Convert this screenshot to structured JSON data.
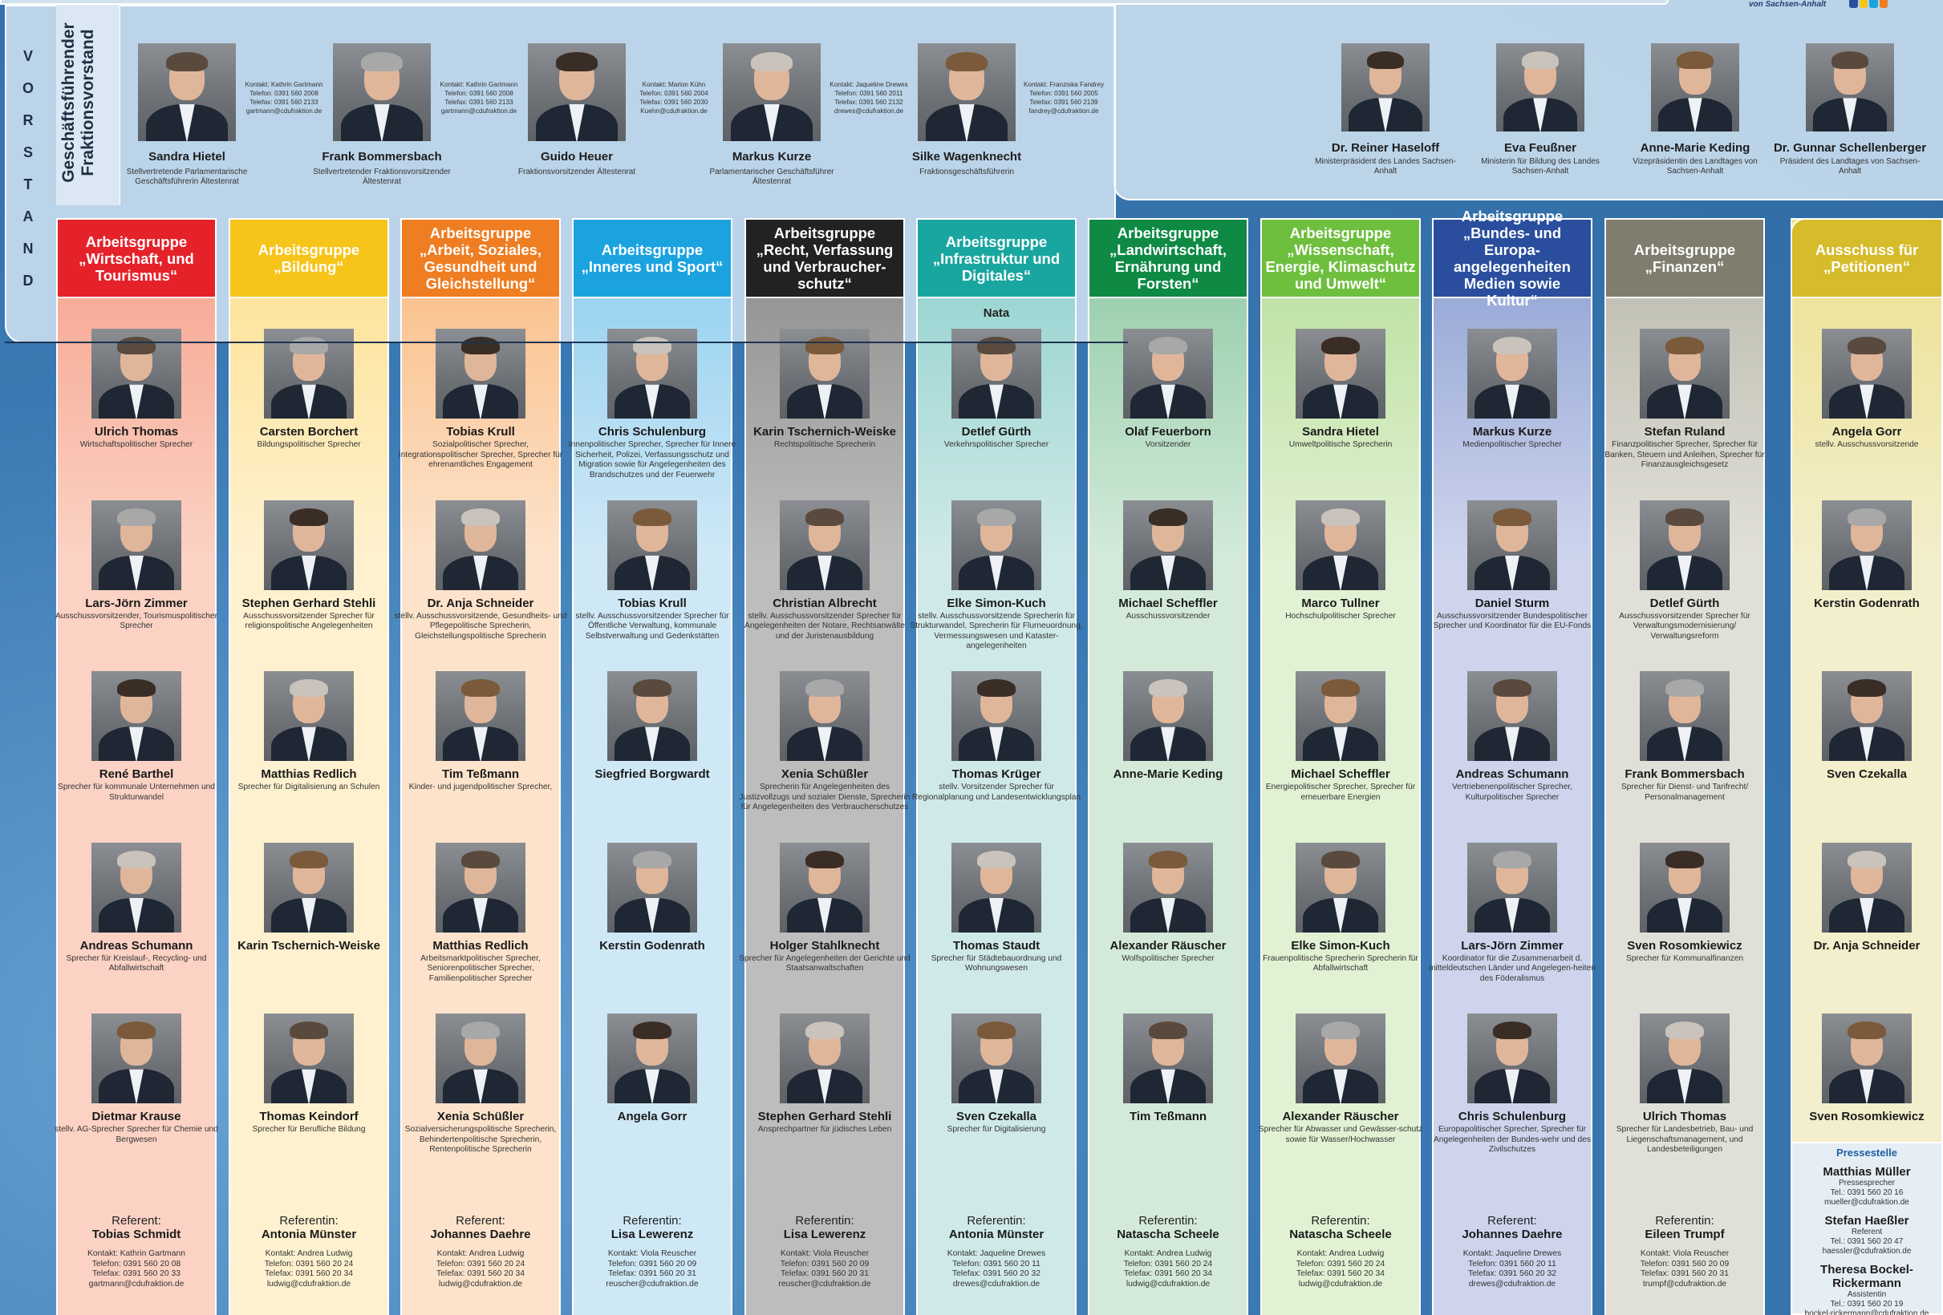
{
  "vorstand": {
    "letters": [
      "V",
      "O",
      "R",
      "S",
      "T",
      "A",
      "N",
      "D"
    ],
    "title": "Geschäftsführender Fraktionsvorstand",
    "members": [
      {
        "name": "Sandra Hietel",
        "role": "Stellvertretende Parlamentarische Geschäftsführerin Ältestenrat",
        "contact": [
          "Kontakt: Kathrin Gartmann",
          "Telefon: 0391 560 2008",
          "Telefax: 0391 560 2133",
          "gartmann@cdufraktion.de"
        ]
      },
      {
        "name": "Frank Bommersbach",
        "role": "Stellvertretender Fraktionsvorsitzender Ältestenrat",
        "contact": [
          "Kontakt: Kathrin Gartmann",
          "Telefon: 0391 560 2008",
          "Telefax: 0391 560 2133",
          "gartmann@cdufraktion.de"
        ]
      },
      {
        "name": "Guido Heuer",
        "role": "Fraktionsvorsitzender Ältestenrat",
        "contact": [
          "Kontakt: Marion Kühn",
          "Telefon: 0391 560 2004",
          "Telefax: 0391 560 2030",
          "Kuehn@cdufraktion.de"
        ]
      },
      {
        "name": "Markus Kurze",
        "role": "Parlamentarischer Geschäftsführer Ältestenrat",
        "contact": [
          "Kontakt: Jaqueline Drewes",
          "Telefon: 0391 560 2011",
          "Telefax: 0391 560 2132",
          "drewes@cdufraktion.de"
        ]
      },
      {
        "name": "Silke Wagenknecht",
        "role": "Fraktionsgeschäftsführerin",
        "contact": [
          "Kontakt: Franziska Fandrey",
          "Telefon: 0391 560 2005",
          "Telefax: 0391 560 2139",
          "fandrey@cdufraktion.de"
        ]
      }
    ],
    "extra": [
      {
        "name": "Dr. Reiner Haseloff",
        "role": "Ministerpräsident des Landes Sachsen-Anhalt"
      },
      {
        "name": "Eva Feußner",
        "role": "Ministerin für Bildung des Landes Sachsen-Anhalt"
      },
      {
        "name": "Anne-Marie Keding",
        "role": "Vizepräsidentin des Landtages von Sachsen-Anhalt"
      },
      {
        "name": "Dr. Gunnar Schellenberger",
        "role": "Präsident des Landtages von Sachsen-Anhalt"
      }
    ],
    "logo_text": "von Sachsen-Anhalt"
  },
  "columns": [
    {
      "title": "Arbeitsgruppe „Wirtschaft, und Tourismus“",
      "color": "#e5222a",
      "bg_top": "#f6a08a",
      "bg": "#fbd2c4",
      "members": [
        {
          "name": "Ulrich Thomas",
          "role": "Wirtschaftspolitischer Sprecher"
        },
        {
          "name": "Lars-Jörn Zimmer",
          "role": "Ausschussvorsitzender, Tourismuspolitischer Sprecher"
        },
        {
          "name": "René Barthel",
          "role": "Sprecher für kommunale Unternehmen und Strukturwandel"
        },
        {
          "name": "Andreas Schumann",
          "role": "Sprecher für Kreislauf-, Recycling- und Abfallwirtschaft"
        },
        {
          "name": "Dietmar Krause",
          "role": "stellv. AG-Sprecher Sprecher für Chemie und Bergwesen"
        }
      ],
      "ref": {
        "label": "Referent:",
        "name": "Tobias Schmidt",
        "contact": [
          "Kontakt: Kathrin Gartmann",
          "Telefon: 0391 560 20 08",
          "Telefax: 0391 560 20 33",
          "gartmann@cdufraktion.de"
        ]
      }
    },
    {
      "title": "Arbeitsgruppe „Bildung“",
      "color": "#f7c41a",
      "bg_top": "#fde08e",
      "bg": "#fef1cf",
      "members": [
        {
          "name": "Carsten Borchert",
          "role": "Bildungspolitischer Sprecher"
        },
        {
          "name": "Stephen Gerhard Stehli",
          "role": "Ausschussvorsitzender Sprecher für religionspolitische Angelegenheiten"
        },
        {
          "name": "Matthias Redlich",
          "role": "Sprecher für Digitalisierung an Schulen"
        },
        {
          "name": "Karin Tschernich-Weiske",
          "role": ""
        },
        {
          "name": "Thomas Keindorf",
          "role": "Sprecher für Berufliche Bildung"
        }
      ],
      "ref": {
        "label": "Referentin:",
        "name": "Antonia Münster",
        "contact": [
          "Kontakt: Andrea Ludwig",
          "Telefon: 0391 560 20 24",
          "Telefax: 0391 560 20 34",
          "ludwig@cdufraktion.de"
        ]
      }
    },
    {
      "title": "Arbeitsgruppe „Arbeit, Soziales, Gesundheit und Gleichstellung“",
      "color": "#ef7d22",
      "bg_top": "#f9b97f",
      "bg": "#fde3cb",
      "members": [
        {
          "name": "Tobias Krull",
          "role": "Sozialpolitischer Sprecher, Integrationspolitischer Sprecher, Sprecher für ehrenamtliches Engagement"
        },
        {
          "name": "Dr. Anja Schneider",
          "role": "stellv. Ausschussvorsitzende, Gesundheits- und Pflegepolitische Sprecherin, Gleichstellungspolitische Sprecherin"
        },
        {
          "name": "Tim Teßmann",
          "role": "Kinder- und jugendpolitischer Sprecher,"
        },
        {
          "name": "Matthias Redlich",
          "role": "Arbeitsmarktpolitischer Sprecher, Seniorenpolitischer Sprecher, Familienpolitischer Sprecher"
        },
        {
          "name": "Xenia Schüßler",
          "role": "Sozialversicherungspolitische Sprecherin, Behindertenpolitische Sprecherin, Rentenpolitische Sprecherin"
        }
      ],
      "ref": {
        "label": "Referent:",
        "name": "Johannes Daehre",
        "contact": [
          "Kontakt: Andrea Ludwig",
          "Telefon: 0391 560 20 24",
          "Telefax: 0391 560 20 34",
          "ludwig@cdufraktion.de"
        ]
      }
    },
    {
      "title": "Arbeitsgruppe „Inneres und Sport“",
      "color": "#1ba3e0",
      "bg_top": "#8ccdef",
      "bg": "#cfe8f6",
      "members": [
        {
          "name": "Chris Schulenburg",
          "role": "Innenpolitischer Sprecher, Sprecher für Innere Sicherheit, Polizei, Verfassungsschutz und Migration sowie für Angelegenheiten des Brandschutzes und der Feuerwehr"
        },
        {
          "name": "Tobias Krull",
          "role": "stellv. Ausschussvorsitzender Sprecher für Öffentliche Verwaltung, kommunale Selbstverwaltung und Gedenkstätten"
        },
        {
          "name": "Siegfried Borgwardt",
          "role": ""
        },
        {
          "name": "Kerstin Godenrath",
          "role": ""
        },
        {
          "name": "Angela Gorr",
          "role": ""
        }
      ],
      "ref": {
        "label": "Referentin:",
        "name": "Lisa Lewerenz",
        "contact": [
          "Kontakt: Viola Reuscher",
          "Telefon: 0391 560 20 09",
          "Telefax: 0391 560 20 31",
          "reuscher@cdufraktion.de"
        ]
      }
    },
    {
      "title": "Arbeitsgruppe „Recht, Verfassung und Verbraucher-schutz“",
      "color": "#222",
      "bg_top": "#8a8a8a",
      "bg": "#bdbdbd",
      "members": [
        {
          "name": "Karin Tschernich-Weiske",
          "role": "Rechtspolitische Sprecherin"
        },
        {
          "name": "Christian Albrecht",
          "role": "stellv. Ausschussvorsitzender Sprecher für Angelegenheiten der Notare, Rechtsanwälte und der Juristenausbildung"
        },
        {
          "name": "Xenia Schüßler",
          "role": "Sprecherin für Angelegenheiten des Justizvollzugs und sozialer Dienste, Sprecherin für Angelegenheiten des Verbraucherschutzes"
        },
        {
          "name": "Holger Stahlknecht",
          "role": "Sprecher für Angelegenheiten der Gerichte und Staatsanwaltschaften"
        },
        {
          "name": "Stephen Gerhard Stehli",
          "role": "Ansprechpartner für jüdisches Leben"
        }
      ],
      "ref": {
        "label": "Referentin:",
        "name": "Lisa Lewerenz",
        "contact": [
          "Kontakt: Viola Reuscher",
          "Telefon: 0391 560 20 09",
          "Telefax: 0391 560 20 31",
          "reuscher@cdufraktion.de"
        ]
      }
    },
    {
      "title": "Arbeitsgruppe „Infrastruktur und Digitales“",
      "color": "#1aa6a0",
      "bg_top": "#8dd0cc",
      "bg": "#cfe9e8",
      "members": [
        {
          "name": "Detlef Gürth",
          "role": "Verkehrspolitischer Sprecher"
        },
        {
          "name": "Elke Simon-Kuch",
          "role": "stellv. Ausschussvorsitzende Sprecherin für Strukturwandel, Sprecherin für Flurneuordnung, Vermessungswesen und Kataster-angelegenheiten"
        },
        {
          "name": "Thomas Krüger",
          "role": "stellv. Vorsitzender Sprecher für Regionalplanung und Landesentwicklungsplan"
        },
        {
          "name": "Thomas Staudt",
          "role": "Sprecher für Städtebauordnung und Wohnungswesen"
        },
        {
          "name": "Sven Czekalla",
          "role": "Sprecher für Digitalisierung"
        }
      ],
      "ref": {
        "label": "Referentin:",
        "name": "Antonia Münster",
        "contact": [
          "Kontakt: Jaqueline Drewes",
          "Telefon: 0391 560 20 11",
          "Telefax: 0391 560 20 32",
          "drewes@cdufraktion.de"
        ]
      },
      "note": "Nata"
    },
    {
      "title": "Arbeitsgruppe „Landwirtschaft, Ernährung und Forsten“",
      "color": "#0e8a45",
      "bg_top": "#8cc9a2",
      "bg": "#d3ead9",
      "members": [
        {
          "name": "Olaf Feuerborn",
          "role": "Vorsitzender"
        },
        {
          "name": "Michael Scheffler",
          "role": "Ausschussvorsitzender"
        },
        {
          "name": "Anne-Marie Keding",
          "role": ""
        },
        {
          "name": "Alexander Räuscher",
          "role": "Wolfspolitischer Sprecher"
        },
        {
          "name": "Tim Teßmann",
          "role": ""
        }
      ],
      "ref": {
        "label": "Referentin:",
        "name": "Natascha Scheele",
        "contact": [
          "Kontakt: Andrea Ludwig",
          "Telefon: 0391 560 20 24",
          "Telefax: 0391 560 20 34",
          "ludwig@cdufraktion.de"
        ]
      }
    },
    {
      "title": "Arbeitsgruppe „Wissenschaft, Energie, Klimaschutz und Umwelt“",
      "color": "#6fbf3f",
      "bg_top": "#b6de98",
      "bg": "#e1f1d3",
      "members": [
        {
          "name": "Sandra Hietel",
          "role": "Umweltpolitische Sprecherin"
        },
        {
          "name": "Marco Tullner",
          "role": "Hochschulpolitischer Sprecher"
        },
        {
          "name": "Michael Scheffler",
          "role": "Energiepolitischer Sprecher, Sprecher für erneuerbare Energien"
        },
        {
          "name": "Elke Simon-Kuch",
          "role": "Frauenpolitische Sprecherin Sprecherin für Abfallwirtschaft"
        },
        {
          "name": "Alexander Räuscher",
          "role": "Sprecher für Abwasser und Gewässer-schutz sowie für Wasser/Hochwasser"
        }
      ],
      "ref": {
        "label": "Referentin:",
        "name": "Natascha Scheele",
        "contact": [
          "Kontakt: Andrea Ludwig",
          "Telefon: 0391 560 20 24",
          "Telefax: 0391 560 20 34",
          "ludwig@cdufraktion.de"
        ]
      }
    },
    {
      "title": "Arbeitsgruppe „Bundes- und Europa-angelegenheiten Medien sowie Kultur“",
      "color": "#2a4e9d",
      "bg_top": "#8c9fd3",
      "bg": "#cdd4ec",
      "members": [
        {
          "name": "Markus Kurze",
          "role": "Medienpolitischer Sprecher"
        },
        {
          "name": "Daniel Sturm",
          "role": "Ausschussvorsitzender Bundespolitischer Sprecher und Koordinator für die EU-Fonds"
        },
        {
          "name": "Andreas Schumann",
          "role": "Vertriebenenpolitischer Sprecher, Kulturpolitischer Sprecher"
        },
        {
          "name": "Lars-Jörn Zimmer",
          "role": "Koordinator für die Zusammenarbeit d. mitteldeutschen Länder und Angelegen-heiten des Föderalismus"
        },
        {
          "name": "Chris Schulenburg",
          "role": "Europapolitischer Sprecher, Sprecher für Angelegenheiten der Bundes-wehr und des Zivilschutzes"
        }
      ],
      "ref": {
        "label": "Referent:",
        "name": "Johannes Daehre",
        "contact": [
          "Kontakt: Jaqueline Drewes",
          "Telefon: 0391 560 20 11",
          "Telefax: 0391 560 20 32",
          "drewes@cdufraktion.de"
        ]
      }
    },
    {
      "title": "Arbeitsgruppe „Finanzen“",
      "color": "#7f7e6e",
      "bg_top": "#b9b8ab",
      "bg": "#e1e0d8",
      "members": [
        {
          "name": "Stefan Ruland",
          "role": "Finanzpolitischer Sprecher, Sprecher für Banken, Steuern und Anleihen, Sprecher für Finanzausgleichsgesetz"
        },
        {
          "name": "Detlef Gürth",
          "role": "Ausschussvorsitzender Sprecher für Verwaltungsmodernisierung/ Verwaltungsreform"
        },
        {
          "name": "Frank Bommersbach",
          "role": "Sprecher für Dienst- und Tarifrecht/ Personalmanagement"
        },
        {
          "name": "Sven Rosomkiewicz",
          "role": "Sprecher für Kommunalfinanzen"
        },
        {
          "name": "Ulrich Thomas",
          "role": "Sprecher für Landesbetrieb, Bau- und Liegenschaftsmanagement, und Landesbeteiligungen"
        }
      ],
      "ref": {
        "label": "Referentin:",
        "name": "Eileen Trumpf",
        "contact": [
          "Kontakt: Viola Reuscher",
          "Telefon: 0391 560 20 09",
          "Telefax: 0391 560 20 31",
          "trumpf@cdufraktion.de"
        ]
      }
    },
    {
      "title": "Ausschuss für „Petitionen“",
      "color": "#d6bb2a",
      "bg_top": "#ebe08e",
      "bg": "#f3eecb",
      "members": [
        {
          "name": "Angela Gorr",
          "role": "stellv. Ausschussvorsitzende"
        },
        {
          "name": "Kerstin Godenrath",
          "role": ""
        },
        {
          "name": "Sven Czekalla",
          "role": ""
        },
        {
          "name": "Dr. Anja Schneider",
          "role": ""
        },
        {
          "name": "Sven Rosomkiewicz",
          "role": ""
        }
      ]
    }
  ],
  "presse": {
    "title": "Pressestelle",
    "people": [
      {
        "name": "Matthias Müller",
        "lines": [
          "Pressesprecher",
          "Tel.: 0391 560 20 16",
          "mueller@cdufraktion.de"
        ]
      },
      {
        "name": "Stefan Haeßler",
        "lines": [
          "Referent",
          "Tel.: 0391 560 20 47",
          "haessler@cdufraktion.de"
        ]
      },
      {
        "name": "Theresa Bockel-Rickermann",
        "lines": [
          "Assistentin",
          "Tel.: 0391 560 20 19",
          "bockel-rickermann@cdufraktion.de"
        ]
      }
    ]
  }
}
